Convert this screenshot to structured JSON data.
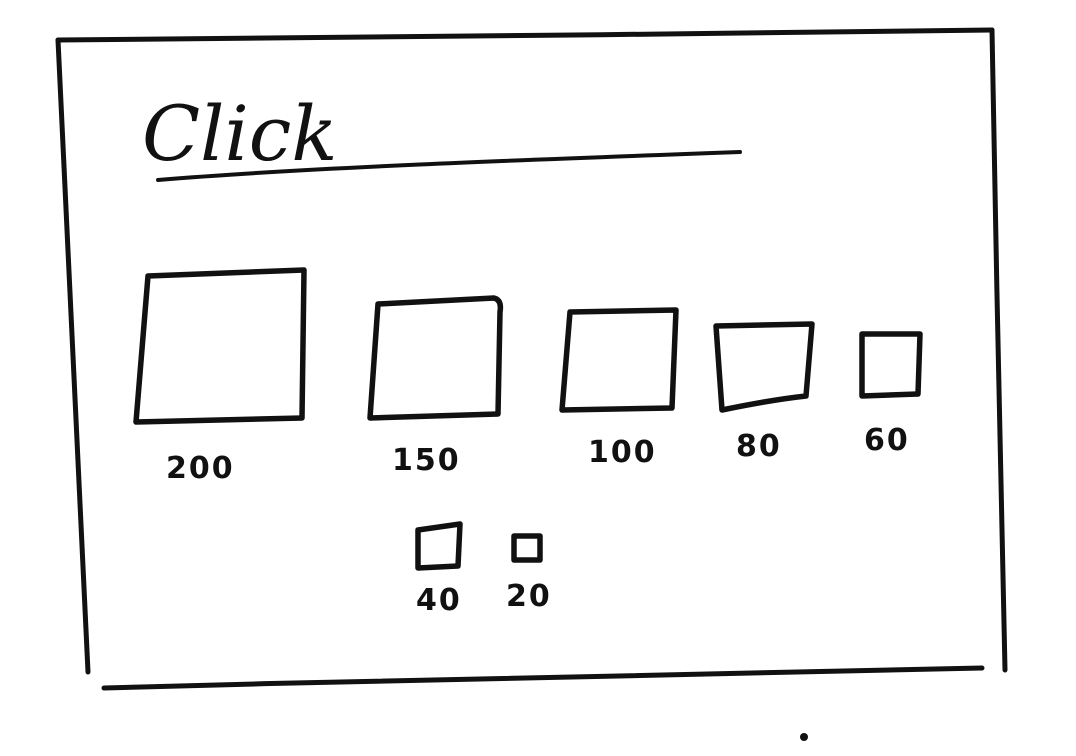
{
  "title": "Click",
  "targets": [
    {
      "id": "200",
      "label": "200"
    },
    {
      "id": "150",
      "label": "150"
    },
    {
      "id": "100",
      "label": "100"
    },
    {
      "id": "80",
      "label": "80"
    },
    {
      "id": "60",
      "label": "60"
    },
    {
      "id": "40",
      "label": "40"
    },
    {
      "id": "20",
      "label": "20"
    }
  ]
}
